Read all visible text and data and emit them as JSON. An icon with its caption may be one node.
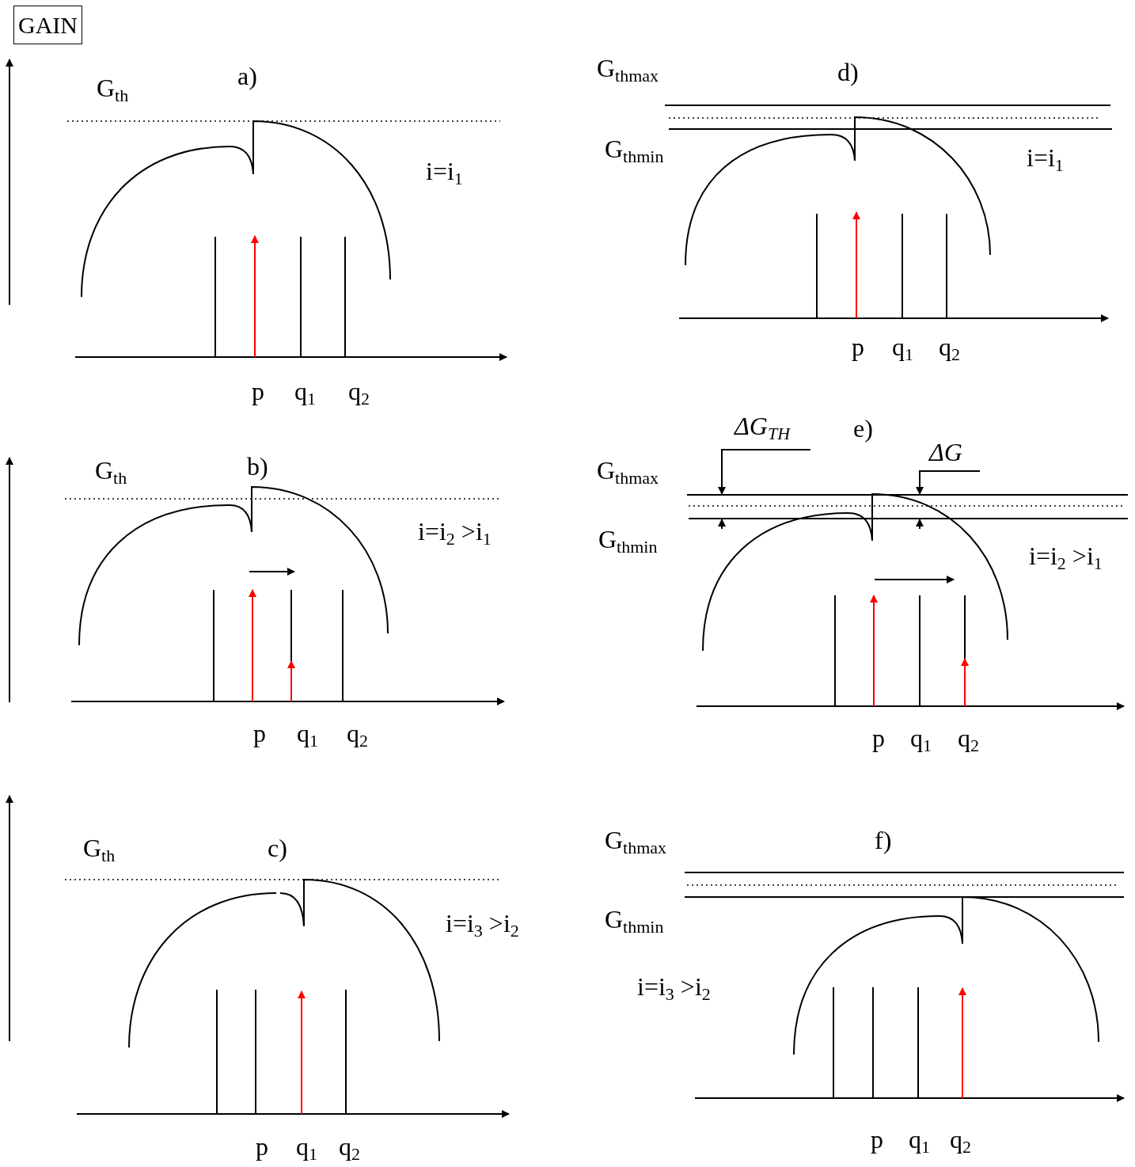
{
  "diagram": {
    "nodes": [
      {
        "text": [
          "GAIN"
        ]
      }
    ],
    "labels": [
      "a)",
      "G$_{th}$",
      "i=i$_{1}$",
      "p",
      "q$_{1}$",
      "q$_{2}$",
      "G$_{thmax}$",
      "d)",
      "G$_{thmin}$",
      "i=i$_{1}$",
      "p",
      "q$_{1}$",
      "q$_{2}$",
      "G$_{th}$",
      "b)",
      "i=i$_{2}$ >i$_{1}$",
      "p",
      "q$_{1}$",
      "q$_{2}$",
      "ΔG$_{TH}$",
      "e)",
      "ΔG",
      "G$_{thmax}$",
      "G$_{thmin}$",
      "i=i$_{2}$ >i$_{1}$",
      "p",
      "q$_{1}$",
      "q$_{2}$",
      "G$_{th}$",
      "c)",
      "i=i$_{3}$ >i$_{2}$",
      "p",
      "q$_{1}$",
      "q$_{2}$",
      "G$_{thmax}$",
      "f)",
      "G$_{thmin}$",
      "i=i$_{3}$ >i$_{2}$",
      "p",
      "q$_{1}$",
      "q$_{2}$"
    ]
  }
}
